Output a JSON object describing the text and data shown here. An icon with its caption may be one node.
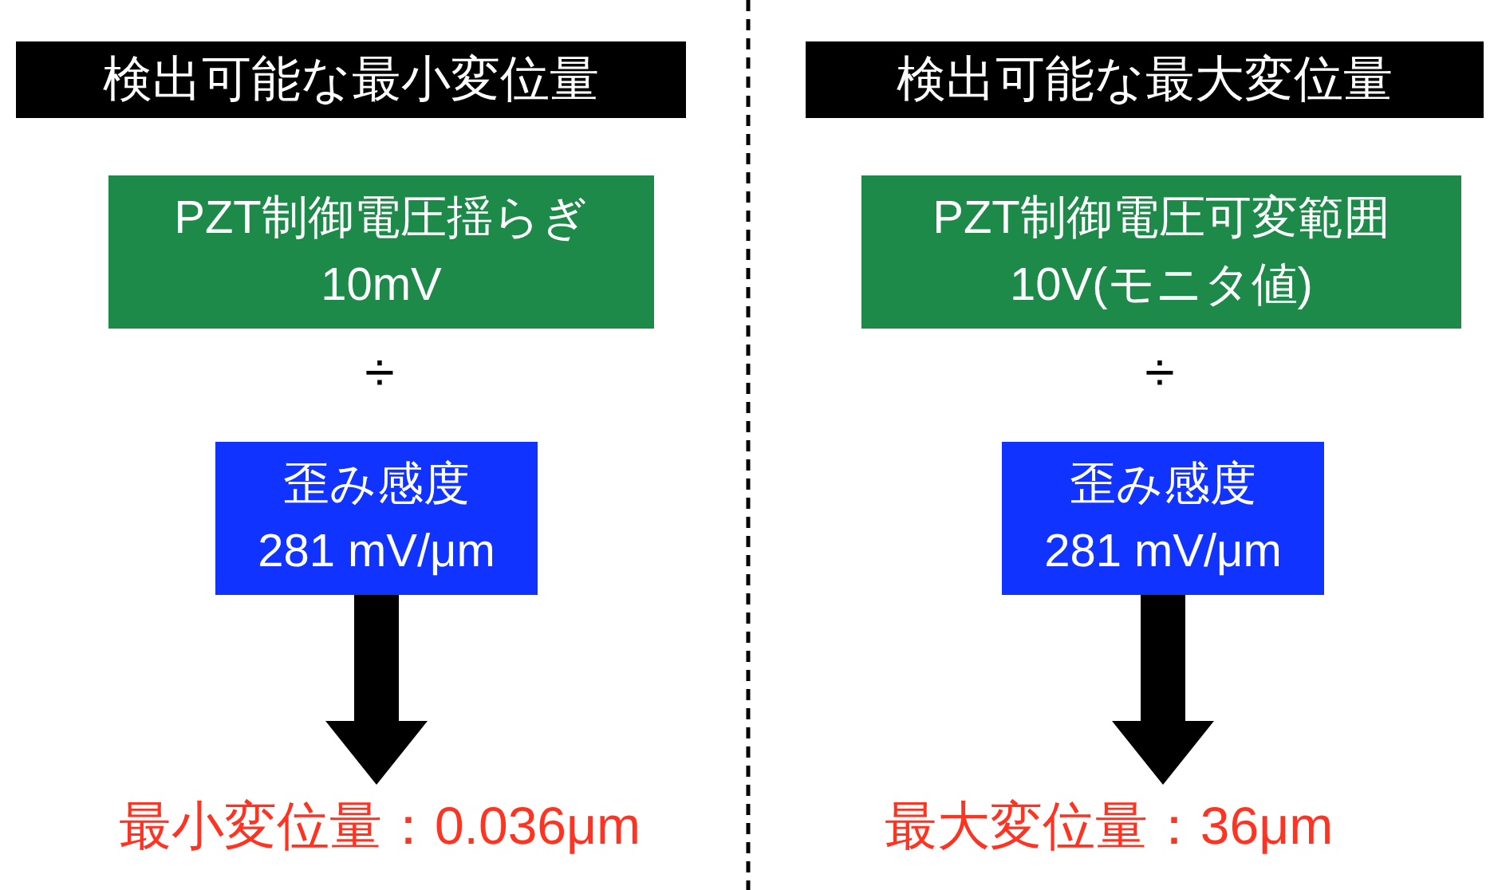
{
  "diagram": {
    "nodes": [
      {
        "text": [
          "検出可能な最小変位量"
        ]
      },
      {
        "text": [
          "PZT制御電圧揺らぎ",
          "10mV"
        ]
      },
      {
        "text": [
          "歪み感度",
          "281 mV/μm"
        ]
      },
      {
        "text": [
          "最小変位量：0.036μm"
        ]
      },
      {
        "text": [
          "検出可能な最大変位量"
        ]
      },
      {
        "text": [
          "PZT制御電圧可変範囲",
          "10V(モニタ値)"
        ]
      },
      {
        "text": [
          "歪み感度",
          "281 mV/μm"
        ]
      },
      {
        "text": [
          "最大変位量：36μm"
        ]
      }
    ],
    "edges": [
      {
        "from": 2,
        "to": 3,
        "arrow": "to"
      },
      {
        "from": 6,
        "to": 7,
        "arrow": "to"
      }
    ],
    "labels": [
      "÷",
      "÷"
    ]
  }
}
